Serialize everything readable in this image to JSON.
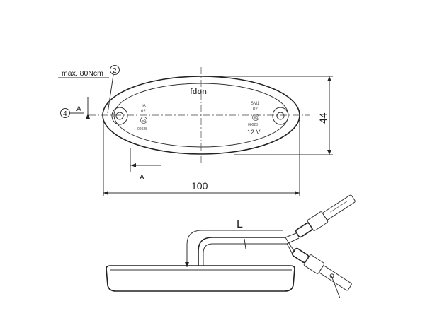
{
  "labels": {
    "max_torque": "max. 80Ncm",
    "callout_2": "2",
    "callout_4": "4",
    "section_a_top": "A",
    "section_a_bottom": "A",
    "dimension_width": "100",
    "dimension_height": "44",
    "cable_length": "L"
  },
  "markings": {
    "left": [
      "IA",
      "02",
      "E5",
      "06028"
    ],
    "left_hole_label": "",
    "brand": "fdon",
    "right": [
      "SM1",
      "02",
      "E5",
      "06028",
      "12 V"
    ]
  }
}
